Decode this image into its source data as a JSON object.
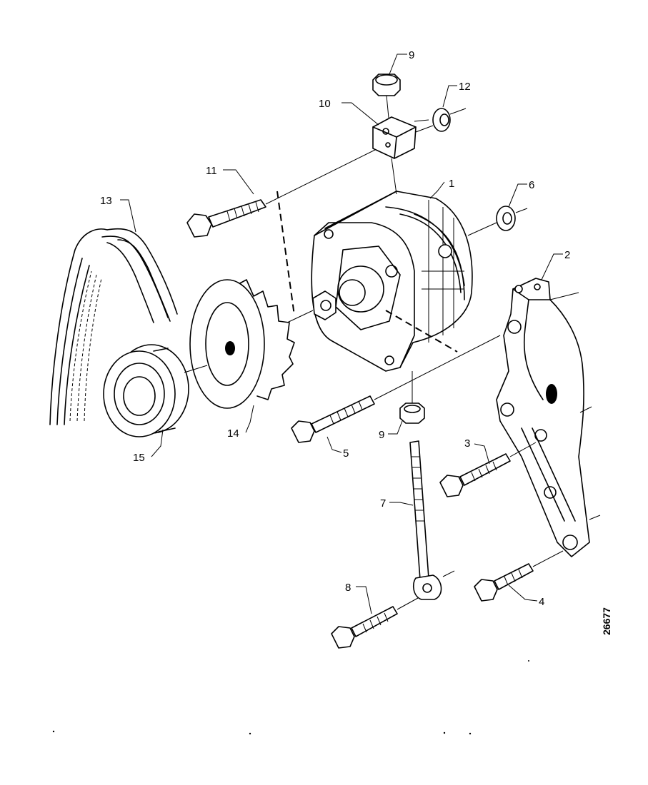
{
  "diagram": {
    "reference_number": "26677",
    "callouts": [
      {
        "id": "1",
        "label": "1"
      },
      {
        "id": "2",
        "label": "2"
      },
      {
        "id": "3",
        "label": "3"
      },
      {
        "id": "4",
        "label": "4"
      },
      {
        "id": "5",
        "label": "5"
      },
      {
        "id": "6",
        "label": "6"
      },
      {
        "id": "7",
        "label": "7"
      },
      {
        "id": "8",
        "label": "8"
      },
      {
        "id": "9a",
        "label": "9"
      },
      {
        "id": "9b",
        "label": "9"
      },
      {
        "id": "10",
        "label": "10"
      },
      {
        "id": "11",
        "label": "11"
      },
      {
        "id": "12",
        "label": "12"
      },
      {
        "id": "13",
        "label": "13"
      },
      {
        "id": "14",
        "label": "14"
      },
      {
        "id": "15",
        "label": "15"
      }
    ]
  }
}
